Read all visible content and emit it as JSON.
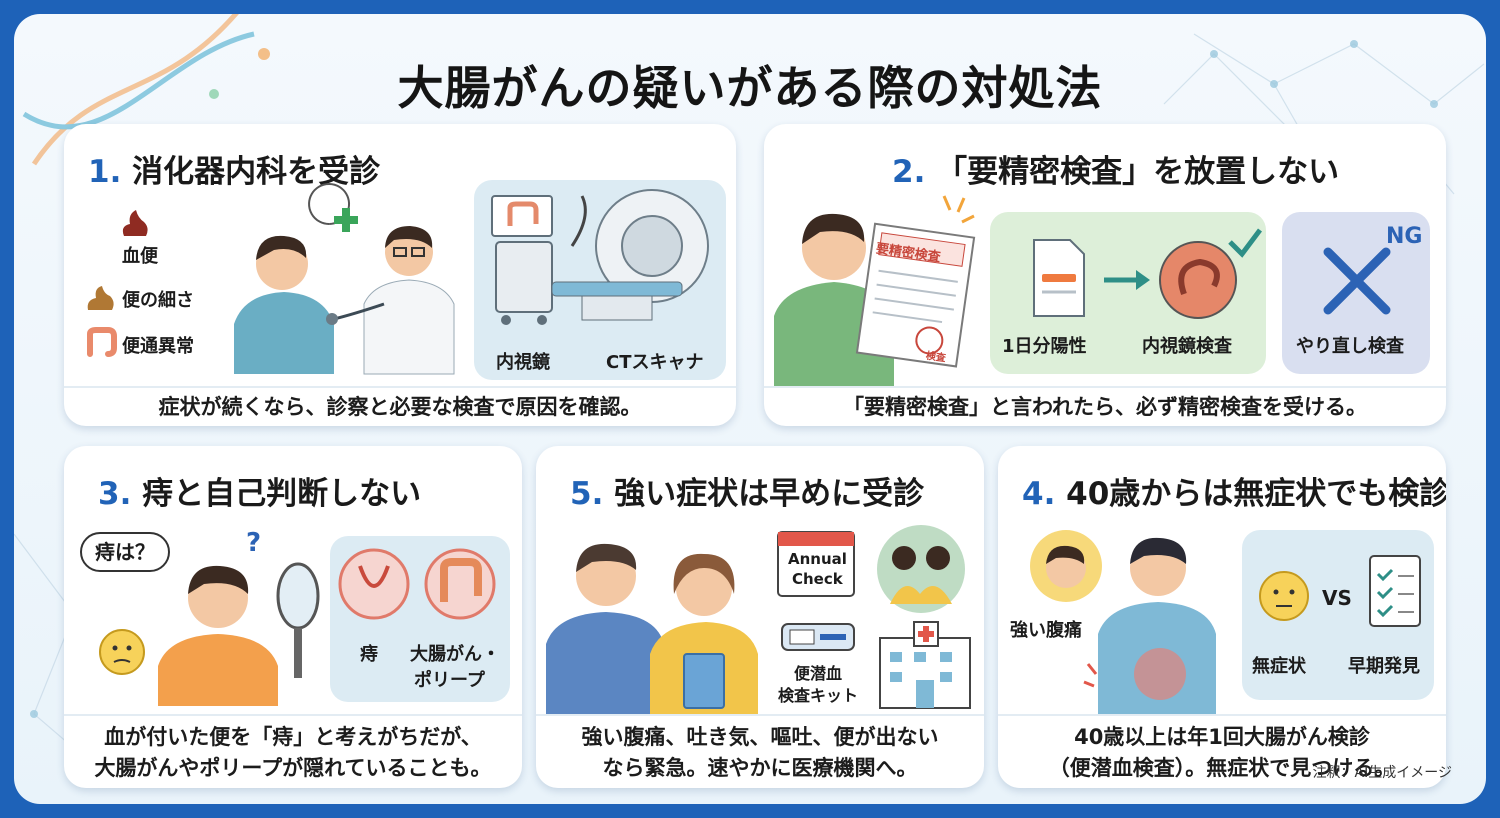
{
  "title": "大腸がんの疑いがある際の対処法",
  "note": "注釈：AI生成イメージ",
  "colors": {
    "frame": "#1e62b8",
    "accent": "#2163b7",
    "green_panel": "#ddefd9",
    "blue_panel": "#dcebf3"
  },
  "card1": {
    "num": "1.",
    "title": "消化器内科を受診",
    "symptoms": [
      "血便",
      "便の細さ",
      "便通異常"
    ],
    "panel_labels": [
      "内視鏡",
      "CTスキャナ"
    ],
    "caption": "症状が続くなら、診察と必要な検査で原因を確認。"
  },
  "card2": {
    "num": "2.",
    "title": "「要精密検査」を放置しない",
    "doc_label": "要精密検査",
    "stamp": "検査",
    "flow_labels": [
      "1日分陽性",
      "内視鏡検査"
    ],
    "ng": "NG",
    "ng_label": "やり直し検査",
    "caption": "「要精密検査」と言われたら、必ず精密検査を受ける。"
  },
  "card3": {
    "num": "3.",
    "title": "痔と自己判断しない",
    "bubble": "痔は？",
    "question": "?",
    "panel_labels": [
      "痔",
      "大腸がん・",
      "ポリープ"
    ],
    "caption_lines": [
      "血が付いた便を「痔」と考えがちだが、",
      "大腸がんやポリープが隠れていることも。"
    ]
  },
  "card5": {
    "num": "5.",
    "title": "強い症状は早めに受診",
    "calendar": [
      "Annual",
      "Check"
    ],
    "kit_label": [
      "便潜血",
      "検査キット"
    ],
    "caption_lines": [
      "強い腹痛、吐き気、嘔吐、便が出ない",
      "なら緊急。速やかに医療機関へ。"
    ]
  },
  "card4": {
    "num": "4.",
    "title": "40歳からは無症状でも検診",
    "pain_label": "強い腹痛",
    "vs": "VS",
    "panel_labels": [
      "無症状",
      "早期発見"
    ],
    "caption_lines": [
      "40歳以上は年1回大腸がん検診",
      "（便潜血検査）。無症状で見つける。"
    ]
  }
}
